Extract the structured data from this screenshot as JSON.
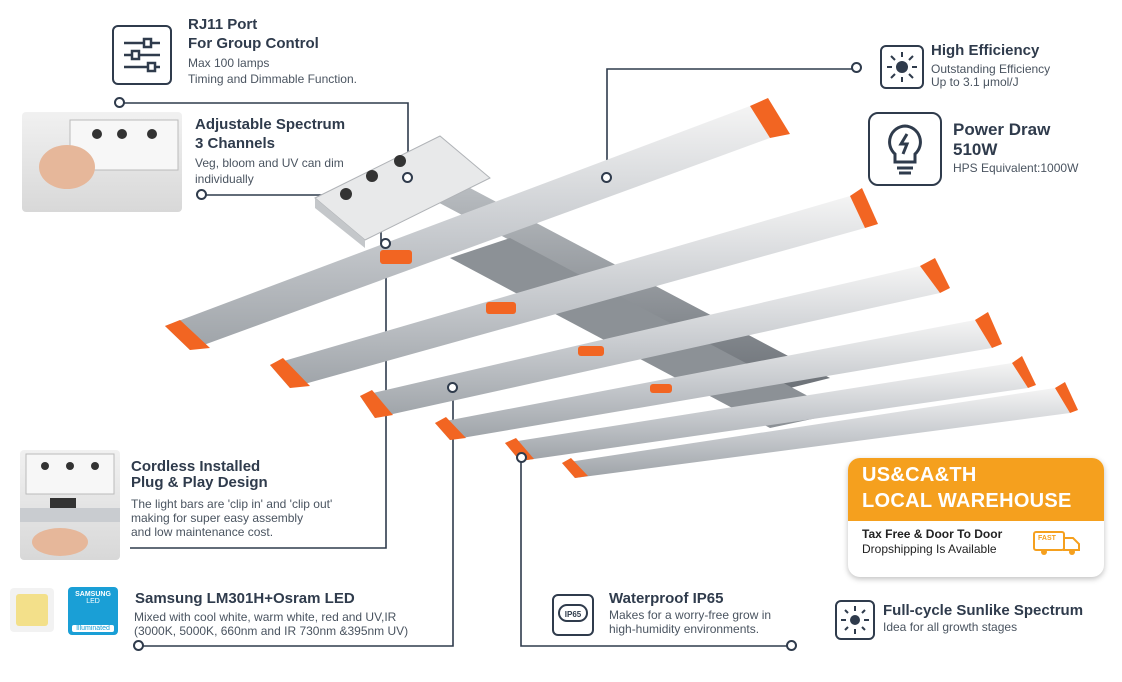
{
  "features": {
    "rj11": {
      "title1": "RJ11 Port",
      "title2": "For Group Control",
      "line1": "Max 100 lamps",
      "line2": "Timing and Dimmable Function.",
      "icon": "sliders-icon"
    },
    "spectrum": {
      "title1": "Adjustable Spectrum",
      "title2": "3 Channels",
      "line1": "Veg, bloom and UV can dim",
      "line2": "individually"
    },
    "efficiency": {
      "title": "High Efficiency",
      "line1": "Outstanding Efficiency",
      "line2": "Up to 3.1 μmol/J",
      "icon": "sun-icon"
    },
    "power": {
      "title1": "Power Draw",
      "title2": "510W",
      "line1": "HPS Equivalent:1000W",
      "icon": "bulb-icon"
    },
    "cordless": {
      "title1": "Cordless Installed",
      "title2": "Plug & Play Design",
      "line1": "The light bars are 'clip in' and 'clip out'",
      "line2": "making for super easy assembly",
      "line3": "and low maintenance cost."
    },
    "led": {
      "title": "Samsung LM301H+Osram LED",
      "line1": "Mixed with cool white, warm white, red and UV,IR",
      "line2": "(3000K, 5000K, 660nm and IR 730nm &395nm UV)",
      "badge1": "SAMSUNG",
      "badge2": "LED",
      "badge3": "Illuminated"
    },
    "waterproof": {
      "title": "Waterproof IP65",
      "line1": "Makes for a worry-free grow in",
      "line2": "high-humidity environments.",
      "icon_text": "IP65"
    },
    "sunlike": {
      "title": "Full-cycle Sunlike Spectrum",
      "line1": "Idea for all growth stages",
      "icon": "sun-icon"
    }
  },
  "warehouse": {
    "line1": "US&CA&TH",
    "line2": "LOCAL WAREHOUSE",
    "sub1": "Tax Free & Door To Door",
    "sub2": "Dropshipping Is Available",
    "truck_text": "FAST"
  },
  "colors": {
    "accent_orange": "#f26522",
    "warehouse_orange": "#f5a01e",
    "ink": "#2f3b4c"
  }
}
